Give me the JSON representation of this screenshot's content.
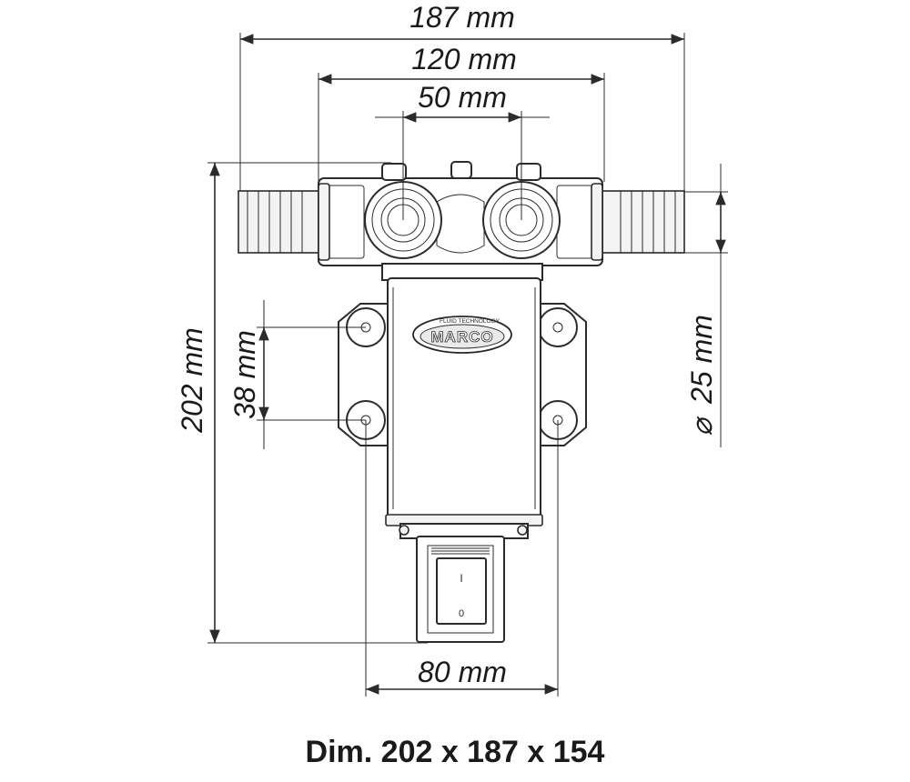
{
  "dimensions": {
    "overall_width": "187 mm",
    "port_width": "120 mm",
    "port_spacing": "50 mm",
    "overall_height": "202 mm",
    "mount_hole_spacing_v": "38 mm",
    "hose_diameter": "25 mm",
    "diameter_symbol": "⌀",
    "mount_hole_spacing_h": "80 mm"
  },
  "product": {
    "brand": "MARCO",
    "tagline": "FLUID TECHNOLOGY",
    "switch_on": "I",
    "switch_off": "0"
  },
  "caption": "Dim. 202 x 187 x 154"
}
